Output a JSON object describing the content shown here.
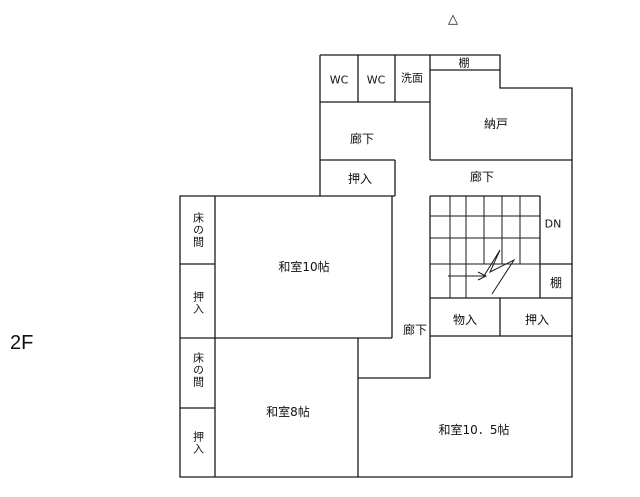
{
  "floor_label": "2F",
  "north_mark": "△",
  "rooms": {
    "wc1": "WC",
    "wc2": "WC",
    "senmen": "洗面",
    "tana_top": "棚",
    "rouka_top": "廊下",
    "nando": "納戸",
    "oshiire_top": "押入",
    "rouka_mid": "廊下",
    "dn": "DN",
    "tana_right": "棚",
    "washitsu10": "和室10帖",
    "tokonoma1": "床の間",
    "oshiire_left1": "押入",
    "monoire": "物入",
    "oshiire_right": "押入",
    "rouka_low": "廊下",
    "tokonoma2": "床の間",
    "washitsu8": "和室8帖",
    "oshiire_left2": "押入",
    "washitsu105": "和室10．5帖"
  }
}
